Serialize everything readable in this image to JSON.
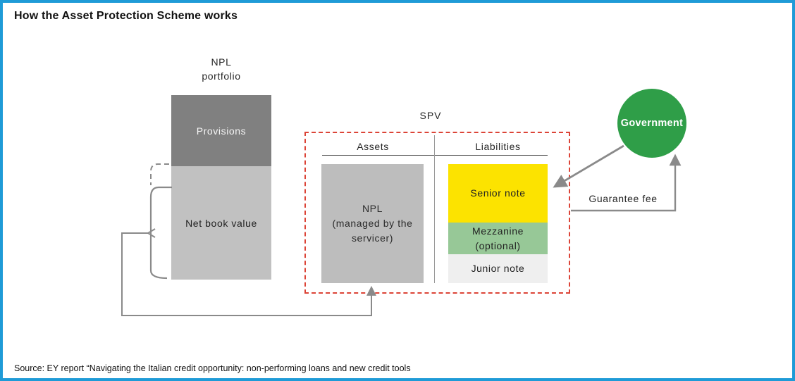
{
  "window": {
    "title": "How the Asset Protection Scheme works",
    "source": "Source: EY report “Navigating the Italian credit opportunity: non-performing loans and new credit tools"
  },
  "colors": {
    "frame_blue": "#1F9BD7",
    "spv_dashed_red": "#DC4437",
    "provisions_gray": "#808080",
    "net_book_gray": "#C1C1C1",
    "npl_box_gray": "#BDBDBD",
    "senior_yellow": "#FCE300",
    "mezzanine_green": "#97C897",
    "junior_gray": "#EFEFEF",
    "government_green": "#2F9E48",
    "arrow_gray": "#8A8A8A"
  },
  "diagram": {
    "npl_portfolio": {
      "label_line1": "NPL",
      "label_line2": "portfolio",
      "segments": {
        "provisions": "Provisions",
        "net_book_value": "Net book value"
      }
    },
    "spv": {
      "label": "SPV",
      "assets_header": "Assets",
      "liabilities_header": "Liabilities",
      "assets_box": {
        "line1": "NPL",
        "line2": "(managed by the",
        "line3": "servicer)"
      },
      "liabilities": {
        "senior": "Senior note",
        "mezzanine_line1": "Mezzanine",
        "mezzanine_line2": "(optional)",
        "junior": "Junior note"
      }
    },
    "government": {
      "label": "Government"
    },
    "guarantee_fee": {
      "label": "Guarantee fee"
    }
  }
}
